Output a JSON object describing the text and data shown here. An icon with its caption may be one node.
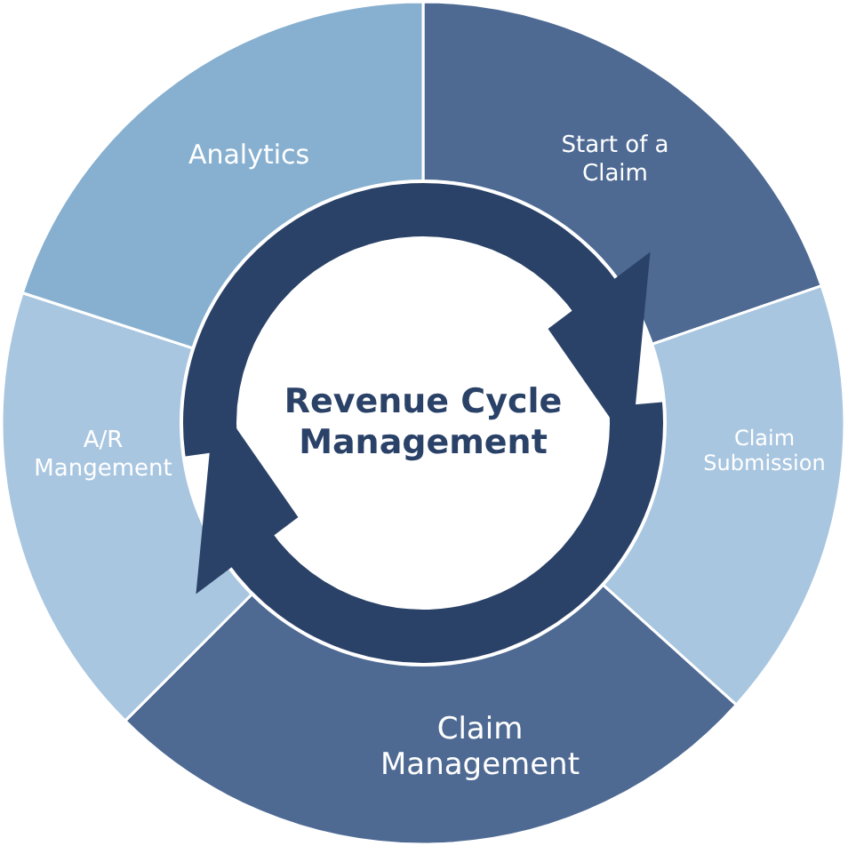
{
  "diagram": {
    "nodes": [
      {
        "text": [
          "Start of a Claim"
        ]
      },
      {
        "text": [
          "Claim Submission"
        ]
      },
      {
        "text": [
          "Claim Management"
        ]
      },
      {
        "text": [
          "A/R Mangement"
        ]
      },
      {
        "text": [
          "Analytics"
        ]
      },
      {
        "text": [
          "Revenue Cycle Management"
        ]
      }
    ]
  }
}
